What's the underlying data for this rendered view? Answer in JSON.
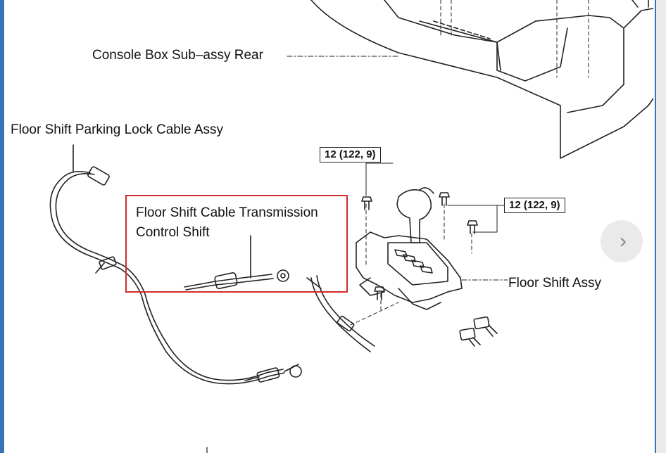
{
  "labels": {
    "console_box": "Console Box Sub–assy Rear",
    "parking_lock_cable": "Floor Shift Parking Lock Cable Assy",
    "transmission_cable_line1": "Floor Shift Cable Transmission",
    "transmission_cable_line2": "Control Shift",
    "floor_shift_assy": "Floor Shift Assy"
  },
  "torque_specs": {
    "left": "12 (122, 9)",
    "right": "12 (122, 9)"
  },
  "colors": {
    "highlight_border": "#d32a2a",
    "frame_accent": "#3a72b8"
  },
  "icons": {
    "next": "chevron-right-icon"
  }
}
